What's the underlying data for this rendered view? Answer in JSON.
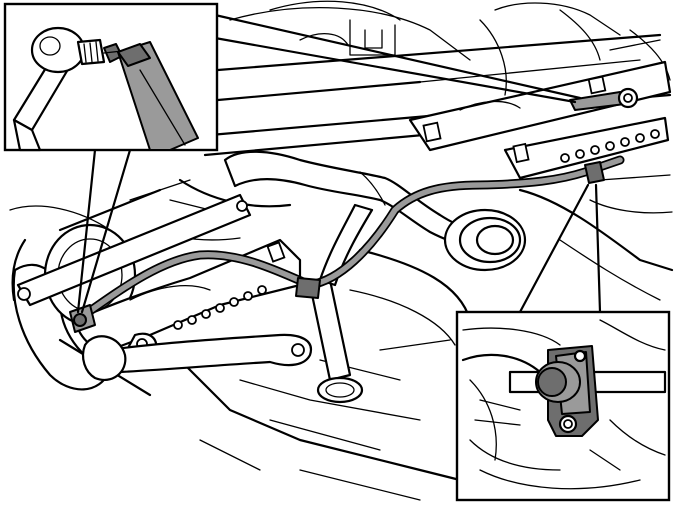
{
  "illustration": {
    "main_view": "stabilizer-bar-underbody",
    "detail_top_left": "link-rod-ball-joint",
    "detail_bottom_right": "stabilizer-bar-bushing-clamp",
    "colors": {
      "line": "#000000",
      "paper": "#ffffff",
      "highlight": "#9a9a9a",
      "highlight_dark": "#6e6e6e"
    }
  }
}
